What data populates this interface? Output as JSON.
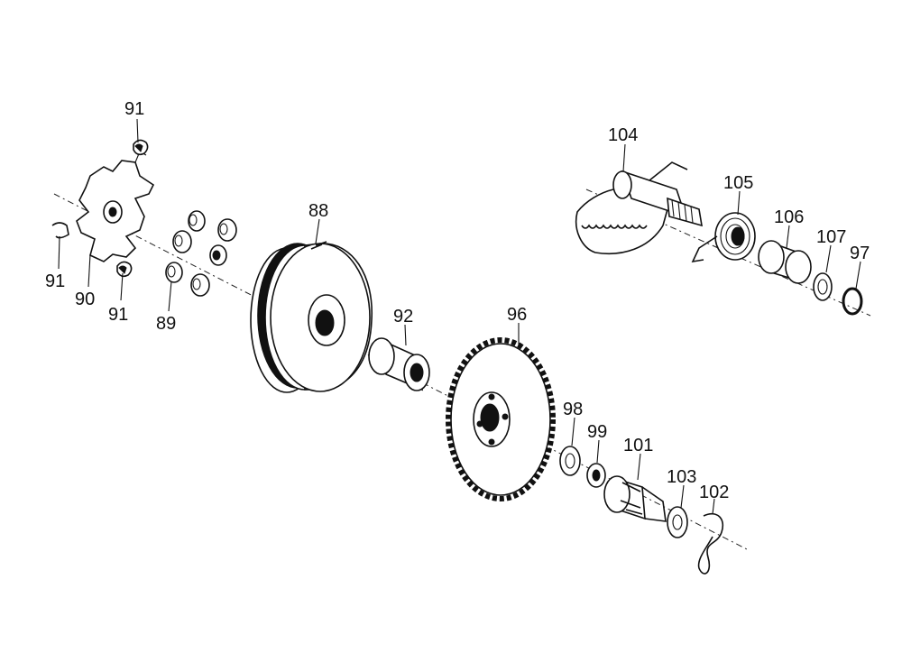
{
  "labels": {
    "p91a": "91",
    "p91b": "91",
    "p91c": "91",
    "p90": "90",
    "p89": "89",
    "p88": "88",
    "p92": "92",
    "p96": "96",
    "p98": "98",
    "p99": "99",
    "p101": "101",
    "p103": "103",
    "p102": "102",
    "p104": "104",
    "p105": "105",
    "p106": "106",
    "p107": "107",
    "p97": "97"
  }
}
